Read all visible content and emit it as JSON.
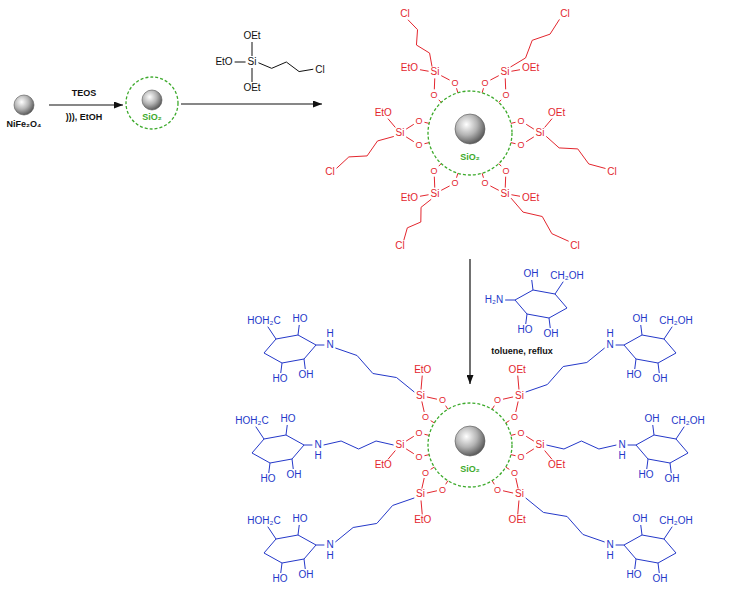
{
  "diagram": {
    "nodes": [
      {
        "text": [
          "NiFe₂O₄"
        ]
      },
      {
        "text": [
          "SiO₂"
        ]
      },
      {
        "text": [
          "SiO₂"
        ]
      },
      {
        "text": [
          "SiO₂"
        ]
      }
    ],
    "edges": [
      {
        "from": 0,
        "to": 1,
        "arrow": "to"
      },
      {
        "from": 1,
        "to": 2,
        "arrow": "to"
      },
      {
        "from": 2,
        "to": 3,
        "arrow": "to"
      }
    ],
    "labels": [
      "TEOS",
      "))), EtOH",
      "EtO",
      "OEt",
      "Si",
      "OEt",
      "Cl",
      "Si",
      "EtO",
      "O",
      "O",
      "Cl",
      "Si",
      "OEt",
      "O",
      "O",
      "Cl",
      "Si",
      "EtO",
      "O",
      "O",
      "Cl",
      "Si",
      "OEt",
      "O",
      "O",
      "Cl",
      "Si",
      "EtO",
      "O",
      "O",
      "Cl",
      "Si",
      "OEt",
      "O",
      "O",
      "Cl",
      "Si",
      "EtO",
      "O",
      "O",
      "N",
      "H",
      "OH",
      "HO",
      "HO",
      "HOH₂C",
      "Si",
      "EtO",
      "O",
      "O",
      "N",
      "H",
      "OH",
      "HO",
      "HO",
      "HOH₂C",
      "Si",
      "EtO",
      "O",
      "O",
      "N",
      "H",
      "OH",
      "HO",
      "HO",
      "HOH₂C",
      "Si",
      "OEt",
      "O",
      "O",
      "N",
      "H",
      "HO",
      "OH",
      "OH",
      "CH₂OH",
      "Si",
      "OEt",
      "O",
      "O",
      "N",
      "H",
      "HO",
      "OH",
      "OH",
      "CH₂OH",
      "Si",
      "OEt",
      "O",
      "O",
      "N",
      "H",
      "HO",
      "OH",
      "OH",
      "CH₂OH",
      "H₂N",
      "HO",
      "OH",
      "OH",
      "CH₂OH",
      "toluene, reflux"
    ]
  }
}
